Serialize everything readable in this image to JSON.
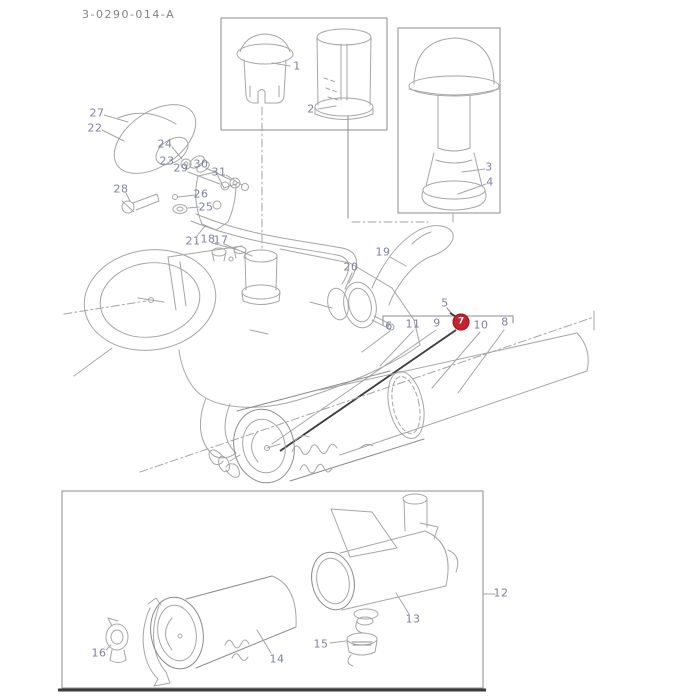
{
  "title": "3-0290-014-A",
  "diagram": {
    "type": "exploded-parts-diagram",
    "subject": "engine air cleaner assembly",
    "highlighted_callout": {
      "n": "7"
    },
    "callouts": [
      {
        "n": "1"
      },
      {
        "n": "2"
      },
      {
        "n": "3"
      },
      {
        "n": "4"
      },
      {
        "n": "5"
      },
      {
        "n": "6"
      },
      {
        "n": "7"
      },
      {
        "n": "8"
      },
      {
        "n": "9"
      },
      {
        "n": "10"
      },
      {
        "n": "11"
      },
      {
        "n": "12"
      },
      {
        "n": "13"
      },
      {
        "n": "14"
      },
      {
        "n": "15"
      },
      {
        "n": "16"
      },
      {
        "n": "17"
      },
      {
        "n": "18"
      },
      {
        "n": "19"
      },
      {
        "n": "20"
      },
      {
        "n": "21"
      },
      {
        "n": "22"
      },
      {
        "n": "23"
      },
      {
        "n": "24"
      },
      {
        "n": "25"
      },
      {
        "n": "26"
      },
      {
        "n": "27"
      },
      {
        "n": "28"
      },
      {
        "n": "29"
      },
      {
        "n": "30"
      },
      {
        "n": "31"
      }
    ],
    "colors": {
      "background": "#ffffff",
      "line": "#a6a6a6",
      "label": "#7d82a6",
      "highlight": "#c9202d",
      "highlight_text": "#ffffff",
      "dark_line": "#3c3c3c"
    }
  }
}
